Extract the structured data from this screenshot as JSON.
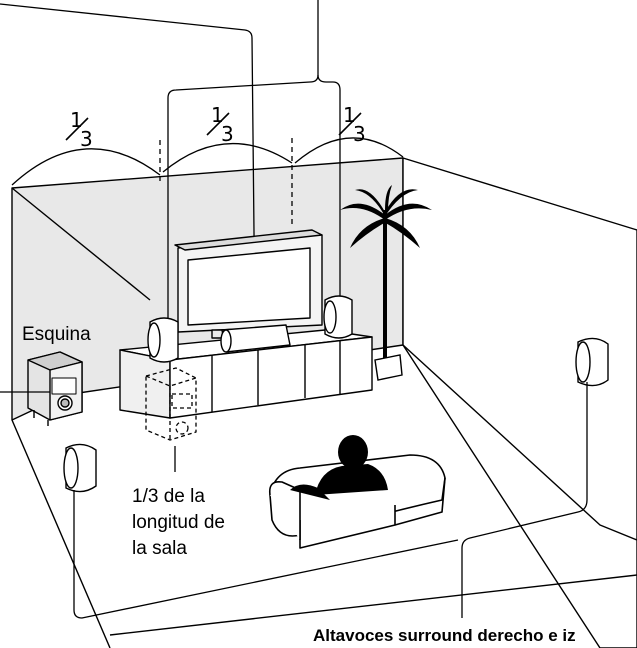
{
  "labels": {
    "corner": "Esquina",
    "third_room_line1": "1/3 de la",
    "third_room_line2": "longitud de",
    "third_room_line3": "la sala",
    "surround": "Altavoces surround derecho e iz"
  },
  "fractions": {
    "left": {
      "num": "1",
      "den": "3"
    },
    "center": {
      "num": "1",
      "den": "3"
    },
    "right": {
      "num": "1",
      "den": "3"
    }
  }
}
